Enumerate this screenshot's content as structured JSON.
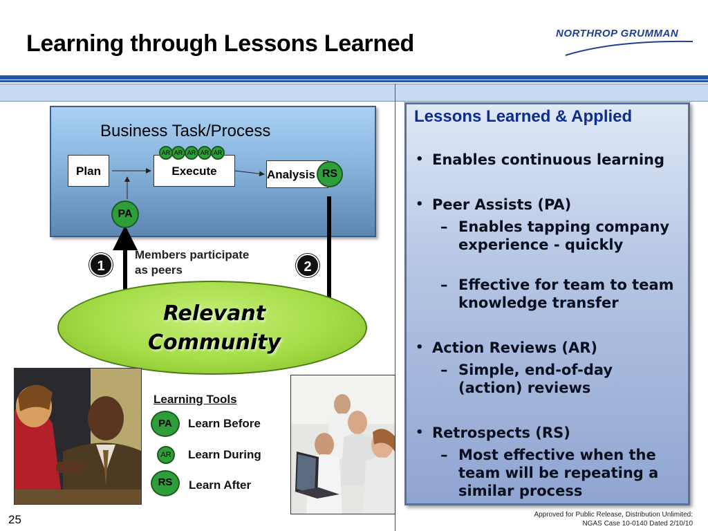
{
  "slide": {
    "title": "Learning through Lessons Learned",
    "logo_text": "NORTHROP GRUMMAN",
    "page_number": "25",
    "footer_line1": "Approved for Public Release, Distribution Unlimited:",
    "footer_line2": "NGAS Case 10-0140 Dated 2/10/10"
  },
  "process": {
    "title": "Business Task/Process",
    "plan": "Plan",
    "execute": "Execute",
    "analysis": "Analysis",
    "ar_badges": [
      "AR",
      "AR",
      "AR",
      "AR",
      "AR"
    ],
    "rs_badge": "RS",
    "pa_badge": "PA"
  },
  "flow": {
    "step1": "1",
    "step2": "2",
    "members_line1": "Members participate",
    "members_line2": "as peers",
    "community_line1": "Relevant",
    "community_line2": "Community"
  },
  "tools": {
    "heading": "Learning Tools",
    "items": [
      {
        "badge": "PA",
        "label": "Learn Before"
      },
      {
        "badge": "AR",
        "label": "Learn During"
      },
      {
        "badge": "RS",
        "label": "Learn After"
      }
    ]
  },
  "panel": {
    "title": "Lessons Learned & Applied",
    "bullets": [
      {
        "text": "Enables continuous learning"
      },
      {
        "text": "Peer Assists (PA)",
        "subs": [
          "Enables tapping company experience - quickly",
          "Effective for team to team knowledge transfer"
        ]
      },
      {
        "text": "Action Reviews (AR)",
        "subs": [
          "Simple, end-of-day (action) reviews"
        ]
      },
      {
        "text": "Retrospects (RS)",
        "subs": [
          "Most effective when the team will be repeating a similar process"
        ]
      }
    ]
  },
  "colors": {
    "accent_blue": "#2356a8",
    "badge_green": "#2e9e3a",
    "community_green": "#a4dc45",
    "panel_title_blue": "#0e2c8c"
  }
}
